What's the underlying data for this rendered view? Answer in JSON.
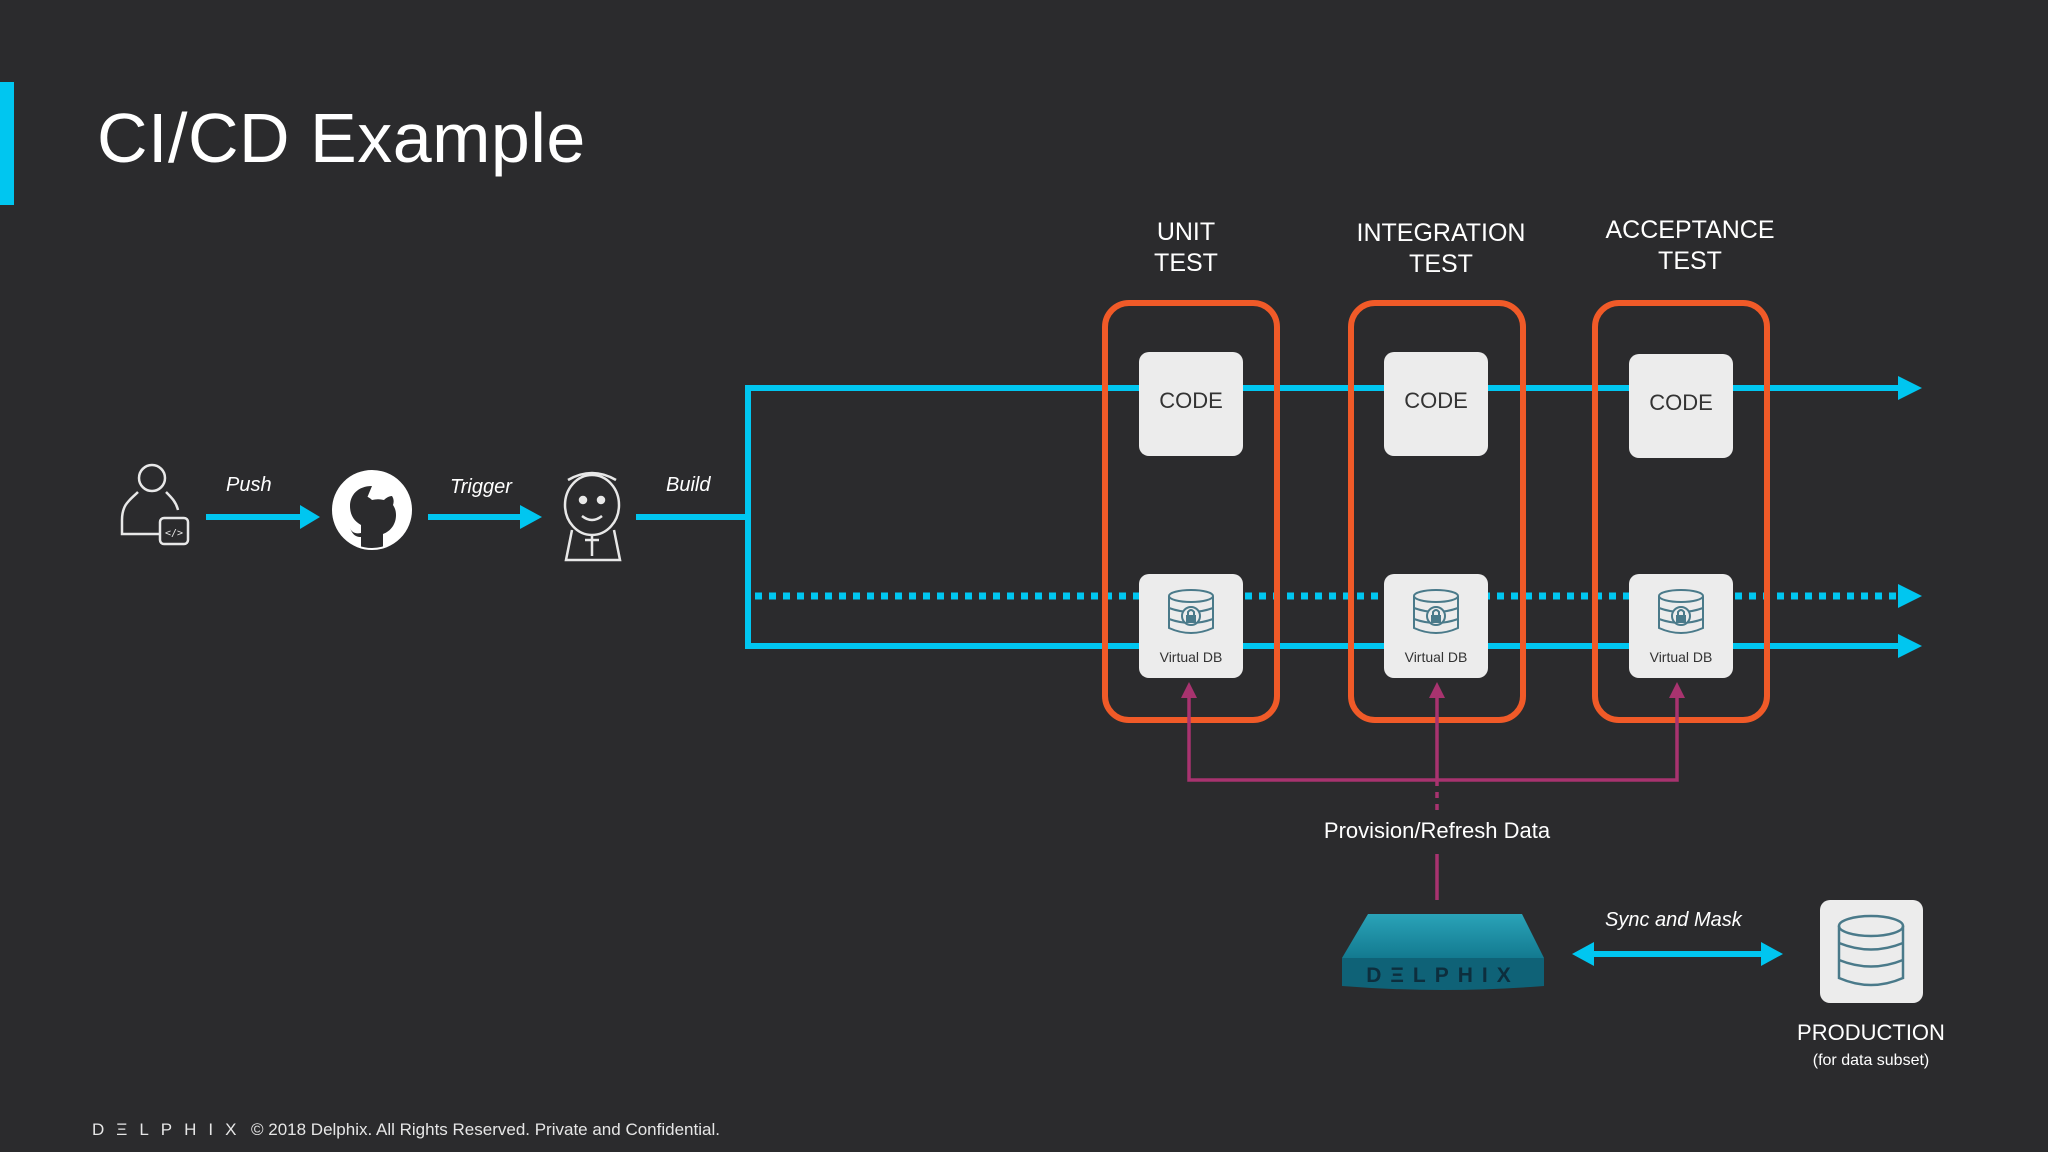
{
  "slide": {
    "title": "CI/CD Example"
  },
  "flow": {
    "push_label": "Push",
    "trigger_label": "Trigger",
    "build_label": "Build"
  },
  "stages": [
    {
      "title": "UNIT\nTEST",
      "code_label": "CODE",
      "vdb_label": "Virtual DB"
    },
    {
      "title": "INTEGRATION\nTEST",
      "code_label": "CODE",
      "vdb_label": "Virtual DB"
    },
    {
      "title": "ACCEPTANCE\nTEST",
      "code_label": "CODE",
      "vdb_label": "Virtual DB"
    }
  ],
  "provision_label": "Provision/Refresh Data",
  "delphix_appliance_label": "DΞLPHIX",
  "sync_label": "Sync and Mask",
  "production": {
    "label": "PRODUCTION",
    "sublabel": "(for data subset)"
  },
  "footer": {
    "logo": "DΞLPHIX",
    "copyright": "© 2018 Delphix. All Rights Reserved. Private and Confidential."
  },
  "colors": {
    "background": "#2b2b2d",
    "accent_blue": "#00c6f0",
    "stage_orange": "#f05a28",
    "provision_purple": "#a8336f",
    "box_fill": "#ececec"
  },
  "icons": [
    "developer-icon",
    "github-icon",
    "jenkins-icon",
    "database-icon",
    "delphix-appliance-icon"
  ]
}
